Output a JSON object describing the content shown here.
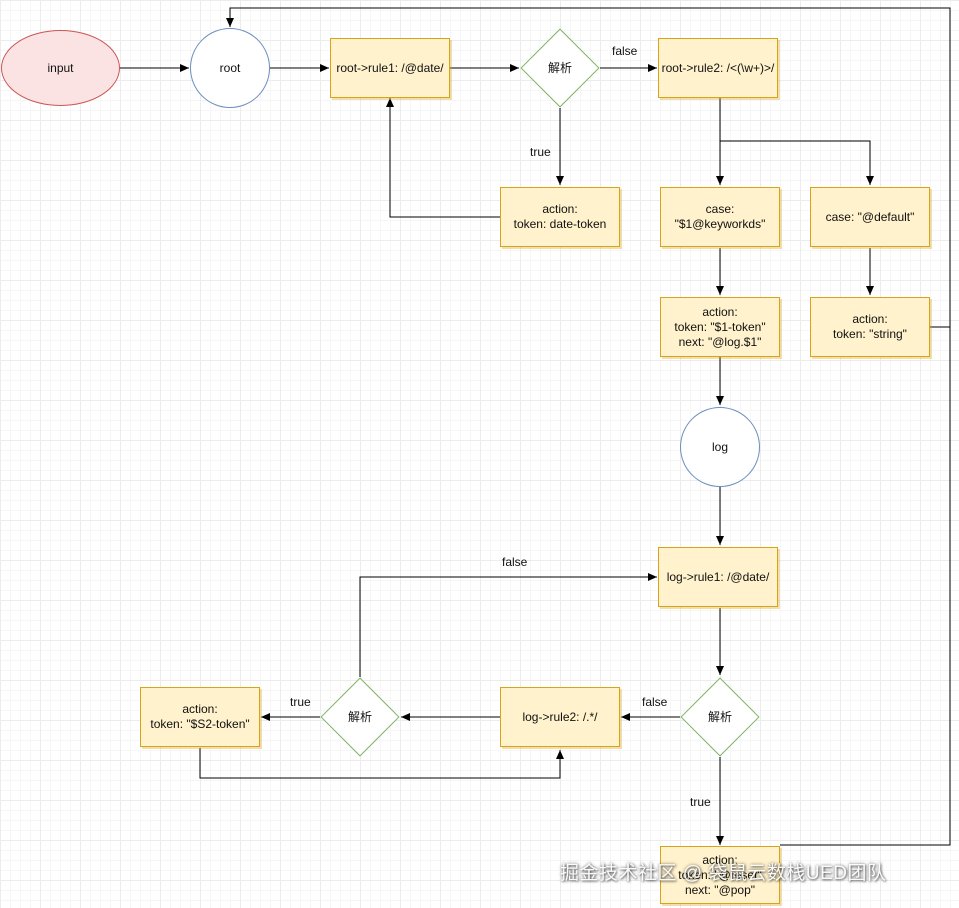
{
  "nodes": {
    "input": "input",
    "root": "root",
    "root_rule1": "root->rule1: /@date/",
    "parse_1": "解析",
    "root_rule2": "root->rule2: /<(\\w+)>/",
    "action_date_token": "action:\ntoken: date-token",
    "case_keywords": "case:\n\"$1@keyworkds\"",
    "case_default": "case: \"@default\"",
    "action_1_token": "action:\ntoken: \"$1-token\"\nnext: \"@log.$1\"",
    "action_string": "action:\ntoken: \"string\"",
    "log": "log",
    "log_rule1": "log->rule1: /@date/",
    "parse_2": "解析",
    "log_rule2": "log->rule2: /.*/",
    "parse_3": "解析",
    "action_s2_token": "action:\ntoken: \"$S2-token\"",
    "action_pop": "action:\ntoken: \"@reset\"\nnext: \"@pop\""
  },
  "edge_labels": {
    "false_top": "false",
    "true_top": "true",
    "false_log_loop": "false",
    "false_log": "false",
    "true_log_left": "true",
    "true_log_down": "true"
  },
  "watermark": "掘金技术社区 @ 袋鼠云数栈UED团队",
  "colors": {
    "rect_fill": "#fff2cc",
    "rect_stroke": "#d6a319",
    "circle_stroke": "#6c8ebf",
    "input_stroke": "#cc5555",
    "diamond_stroke": "#82b366"
  }
}
